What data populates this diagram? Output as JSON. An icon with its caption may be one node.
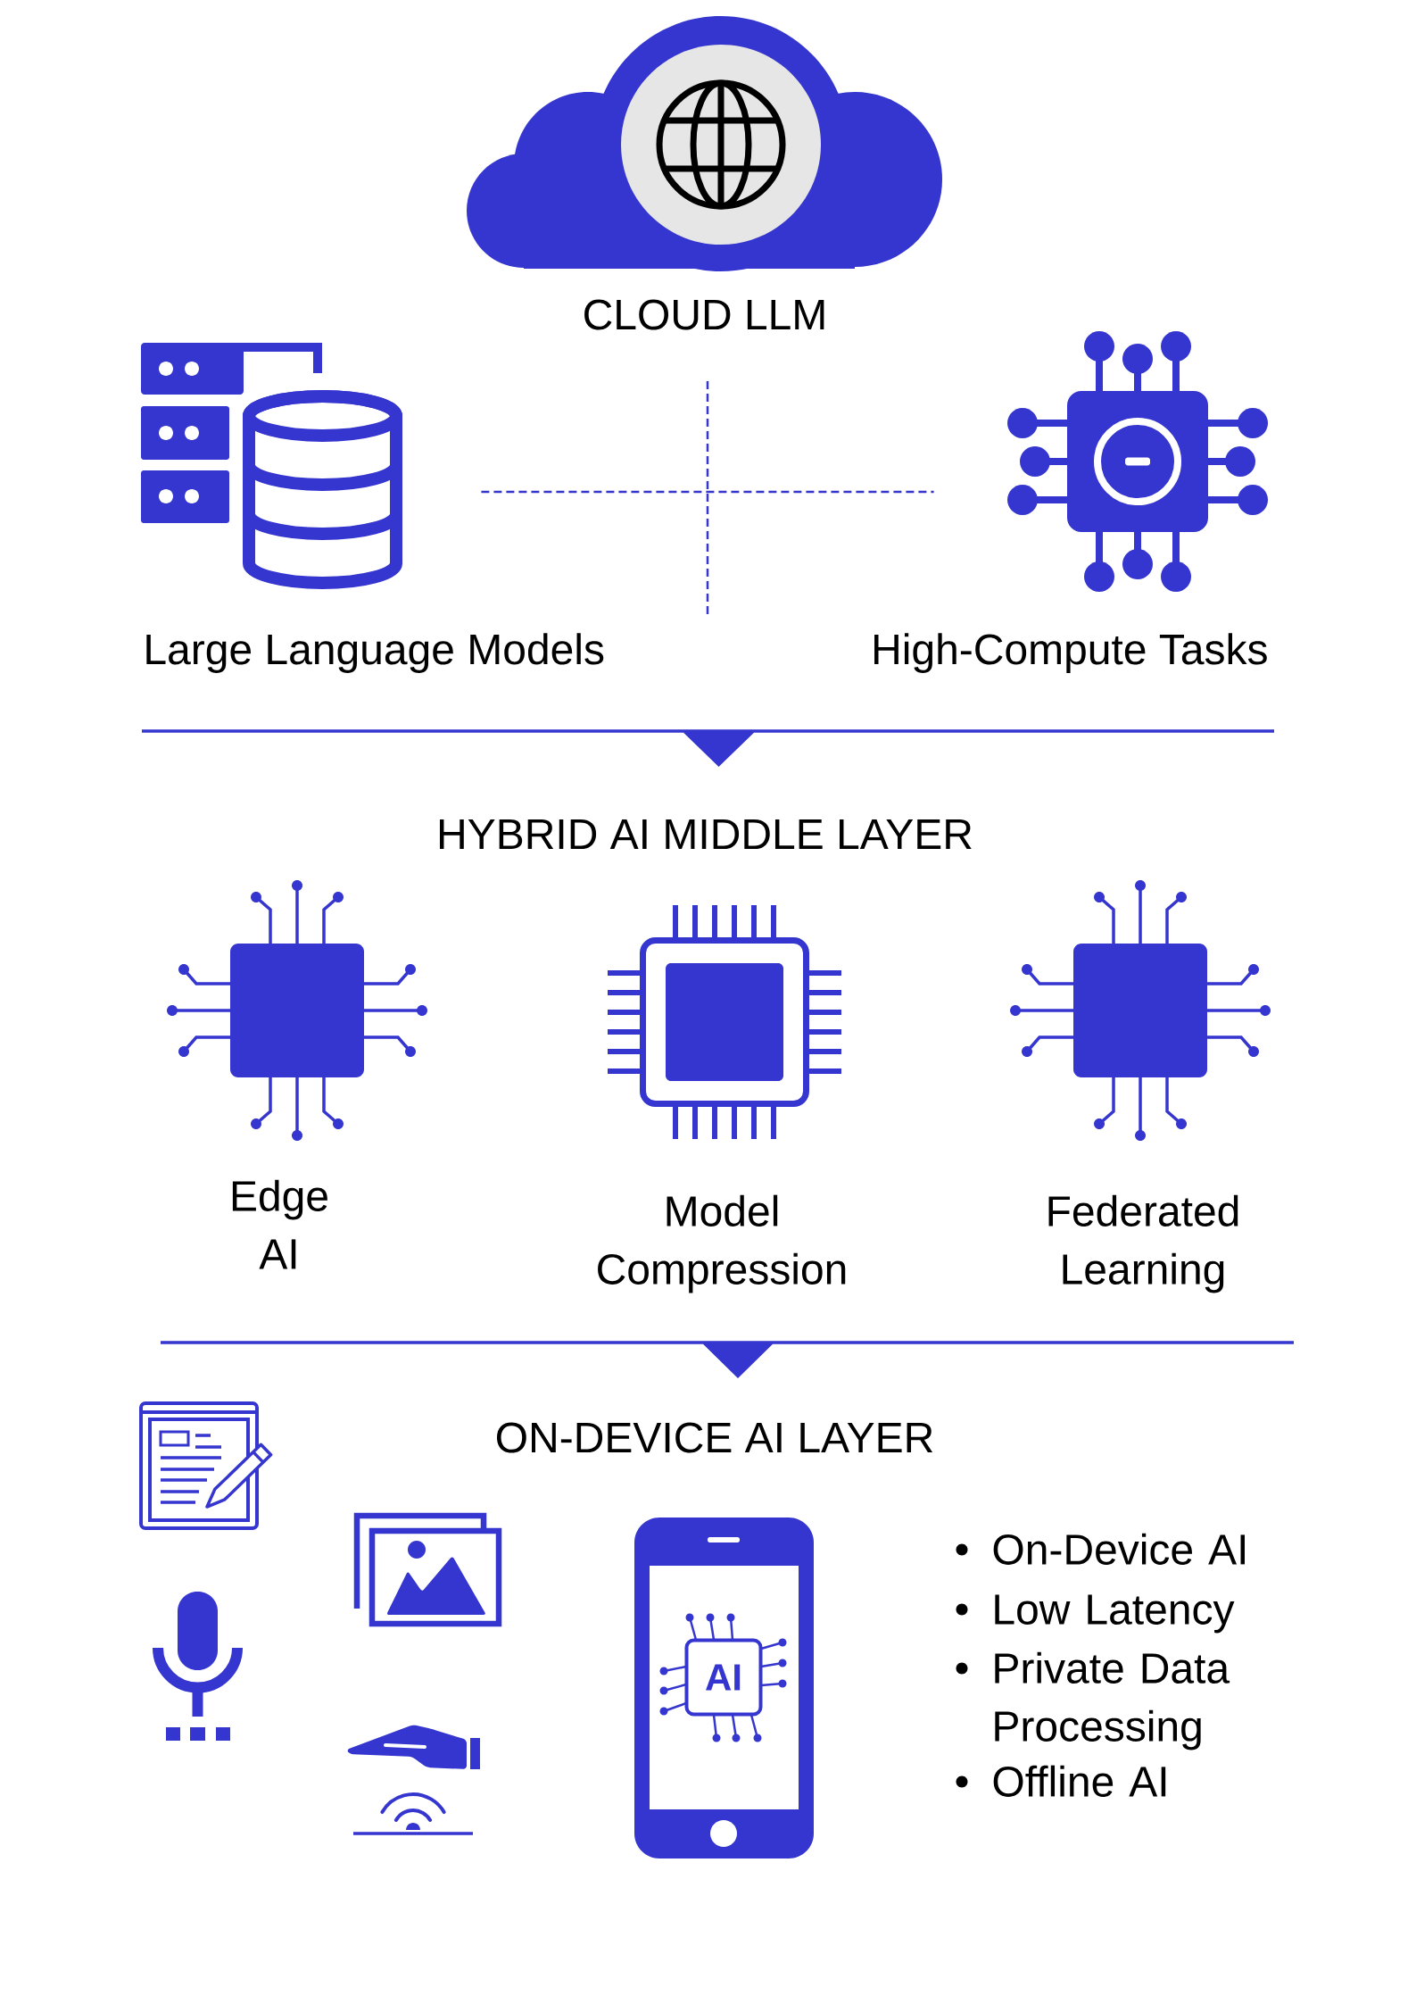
{
  "diagram": {
    "nodes": [
      {
        "text": [],
        "shape": "cloud",
        "beside": [
          "CLOUD LLM"
        ]
      },
      {
        "text": [],
        "shape": "picture",
        "beside": [
          "Large Language Models"
        ]
      },
      {
        "text": [],
        "shape": "picture",
        "beside": [
          "High-Compute Tasks"
        ]
      },
      {
        "text": [],
        "shape": "bar"
      },
      {
        "text": [],
        "shape": "picture",
        "beside": [
          "Edge AI"
        ]
      },
      {
        "text": [],
        "shape": "picture",
        "beside": [
          "Model Compression"
        ]
      },
      {
        "text": [],
        "shape": "picture",
        "beside": [
          "Federated Learning"
        ]
      },
      {
        "text": [],
        "shape": "bar"
      },
      {
        "text": [
          "AI"
        ]
      }
    ],
    "edges": [
      {
        "from": 1,
        "to": 2,
        "arrow": "none",
        "style": "dashed"
      }
    ],
    "labels": [
      "HYBRID AI MIDDLE LAYER",
      "ON-DEVICE AI LAYER",
      "On-Device AI",
      "Low Latency",
      "Private Data Processing",
      "Offline AI"
    ]
  }
}
